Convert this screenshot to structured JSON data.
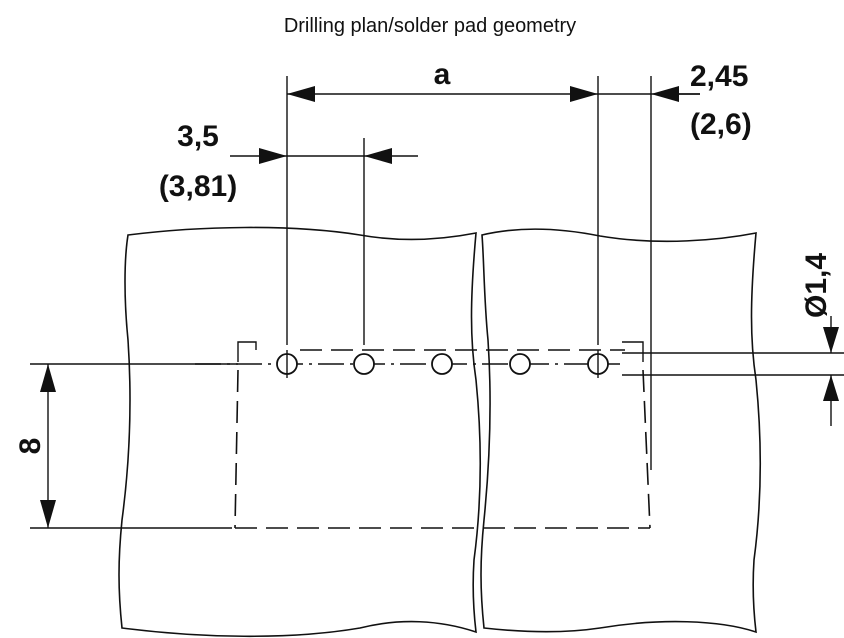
{
  "title": "Drilling plan/solder pad geometry",
  "dimensions": {
    "pitch_variable": "a",
    "edge_offset": "2,45",
    "edge_offset_alt": "(2,6)",
    "pitch": "3,5",
    "pitch_alt": "(3,81)",
    "hole_diameter": "Ø1,4",
    "row_offset": "8"
  },
  "holes": 5
}
